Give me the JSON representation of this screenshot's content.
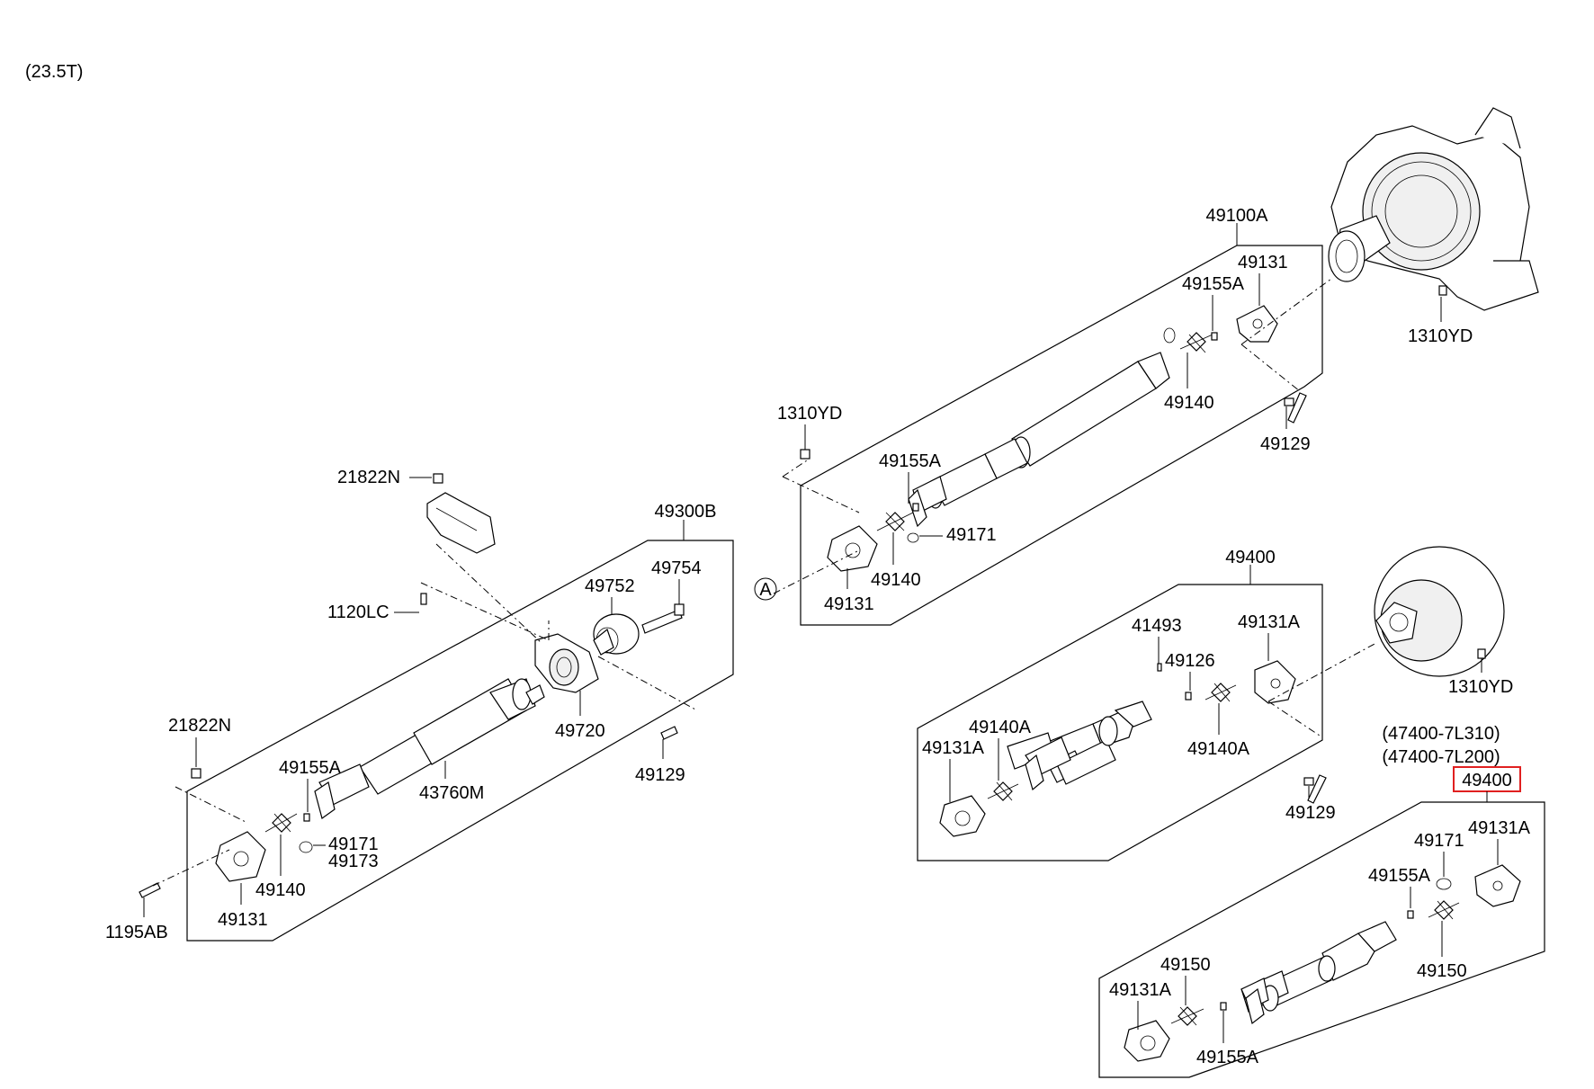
{
  "model_label": "(23.5T)",
  "assemblies": {
    "front_shaft": "49300B",
    "rear_shaft_1": "49100A",
    "rear_shaft_2": "49400",
    "alt_shaft": "49400"
  },
  "alt_codes": [
    "(47400-7L310)",
    "(47400-7L200)"
  ],
  "callout_letter": "A",
  "labels": {
    "a_1310yd": "1310YD",
    "a_49131_top": "49131",
    "a_49155a_top": "49155A",
    "a_1310yd_right": "1310YD",
    "a_49140_top": "49140",
    "a_49129_top": "49129",
    "a_49155a_mid": "49155A",
    "a_49171": "49171",
    "a_49140_mid": "49140",
    "a_49131_mid": "49131",
    "b_21822n_top": "21822N",
    "b_1120lc": "1120LC",
    "b_49752": "49752",
    "b_49754": "49754",
    "b_49720": "49720",
    "b_49129": "49129",
    "b_21822n_low": "21822N",
    "b_49155a": "49155A",
    "b_43760m": "43760M",
    "b_49171": "49171",
    "b_49173": "49173",
    "b_49140": "49140",
    "b_49131": "49131",
    "b_1195ab": "1195AB",
    "c_41493": "41493",
    "c_49131a_right": "49131A",
    "c_49126": "49126",
    "c_1310yd": "1310YD",
    "c_49140a_left": "49140A",
    "c_49131a_left": "49131A",
    "c_49140a_right": "49140A",
    "c_49129": "49129",
    "d_49171": "49171",
    "d_49131a_right": "49131A",
    "d_49155a_top": "49155A",
    "d_49150_right": "49150",
    "d_49150_left": "49150",
    "d_49131a_left": "49131A",
    "d_49155a_low": "49155A"
  }
}
